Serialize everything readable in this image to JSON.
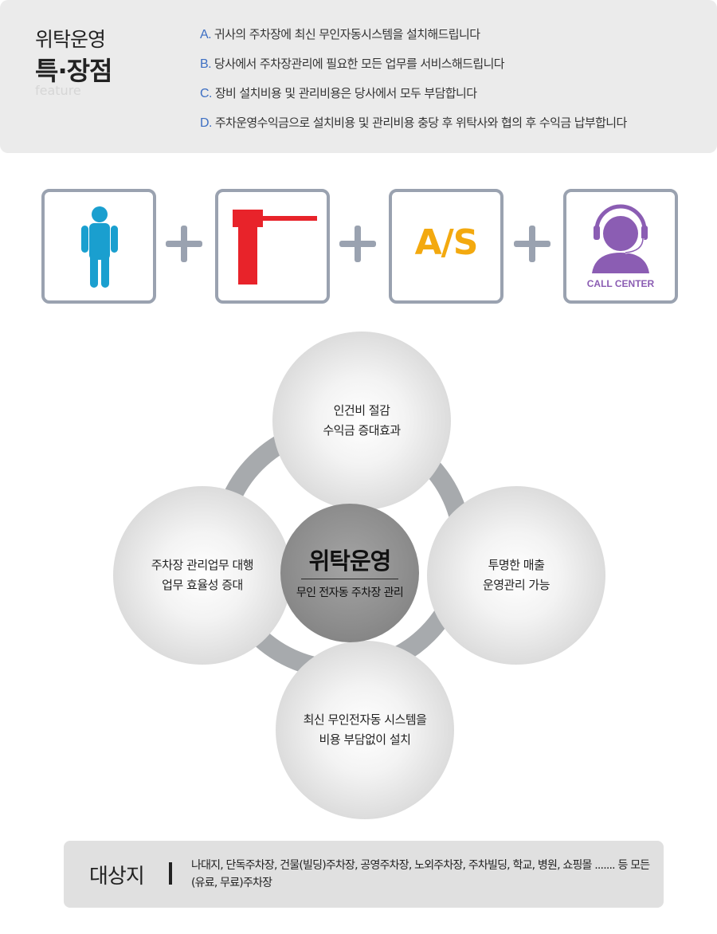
{
  "feature": {
    "title_line1": "위탁운영",
    "title_line2": "특·장점",
    "subtitle": "feature",
    "items": [
      {
        "letter": "A.",
        "text": "귀사의 주차장에 최신 무인자동시스템을 설치해드립니다"
      },
      {
        "letter": "B.",
        "text": "당사에서 주차장관리에 필요한 모든 업무를 서비스해드립니다"
      },
      {
        "letter": "C.",
        "text": "장비 설치비용 및 관리비용은 당사에서 모두 부담합니다"
      },
      {
        "letter": "D.",
        "text": "주차운영수익금으로 설치비용 및 관리비용 충당 후 위탁사와 협의 후 수익금 납부합니다"
      }
    ]
  },
  "icons": {
    "items": [
      {
        "icon": "person-icon"
      },
      {
        "icon": "parking-barrier-icon"
      },
      {
        "icon": "as-service-icon",
        "label": "A/S"
      },
      {
        "icon": "call-center-icon",
        "label": "CALL CENTER"
      }
    ],
    "colors": {
      "border": "#9aa2b0",
      "person": "#1a9fcf",
      "barrier": "#e8232a",
      "as": "#f3a90f",
      "call": "#8b5db3"
    }
  },
  "diagram": {
    "center": {
      "title": "위탁운영",
      "subtitle": "무인 전자동 주차장 관리"
    },
    "top": {
      "line1": "인건비 절감",
      "line2": "수익금 증대효과"
    },
    "left": {
      "line1": "주차장 관리업무 대행",
      "line2": "업무 효율성 증대"
    },
    "right": {
      "line1": "투명한 매출",
      "line2": "운영관리 가능"
    },
    "bottom": {
      "line1": "최신 무인전자동 시스템을",
      "line2": "비용 부담없이 설치"
    }
  },
  "target": {
    "label": "대상지",
    "text": "나대지, 단독주차장, 건물(빌딩)주차장, 공영주차장, 노외주차장, 주차빌딩, 학교, 병원, 쇼핑몰 ....... 등 모든 (유료, 무료)주차장"
  }
}
